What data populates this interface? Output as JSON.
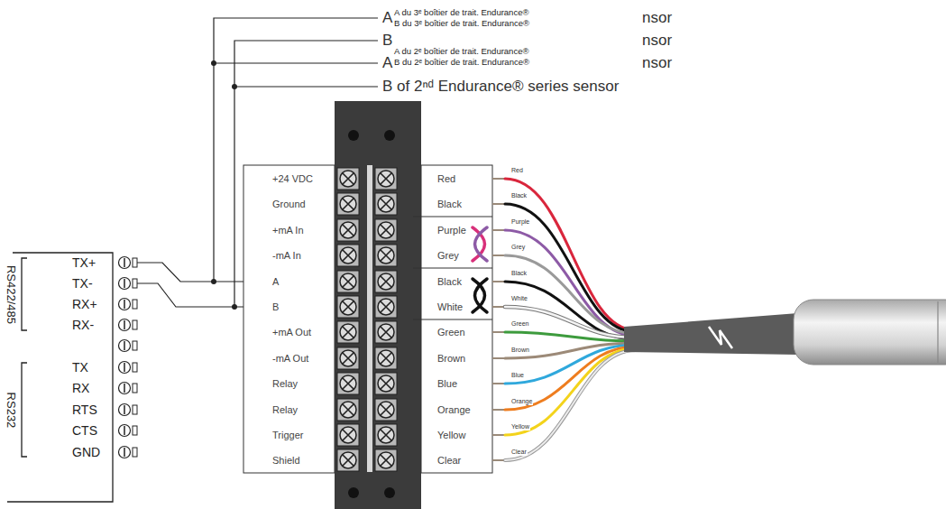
{
  "diagram": {
    "labels": [
      "A du 3ᵉ boîtier de trait. Endurance®",
      "B du 3ᵉ boîtier de trait. Endurance®",
      "A du 2ᵉ boîtier de trait. Endurance®",
      "B du 2ᵉ boîtier de trait. Endurance®",
      "A",
      "B",
      "A",
      "nsor",
      "nsor",
      "nsor",
      "B of 2ⁿᵈ Endurance® series sensor",
      "+24 VDC",
      "Ground",
      "+mA In",
      "-mA In",
      "A",
      "B",
      "+mA Out",
      "-mA Out",
      "Relay",
      "Relay",
      "Trigger",
      "Shield",
      "Red",
      "Black",
      "Purple",
      "Grey",
      "Black",
      "White",
      "Green",
      "Brown",
      "Blue",
      "Orange",
      "Yellow",
      "Clear",
      "Red",
      "Black",
      "Purple",
      "Grey",
      "Black",
      "White",
      "Green",
      "Brown",
      "Blue",
      "Orange",
      "Yellow",
      "Clear",
      "RS422/485",
      "TX+",
      "TX-",
      "RX+",
      "RX-",
      "RS232",
      "TX",
      "RX",
      "RTS",
      "CTS",
      "GND"
    ]
  }
}
